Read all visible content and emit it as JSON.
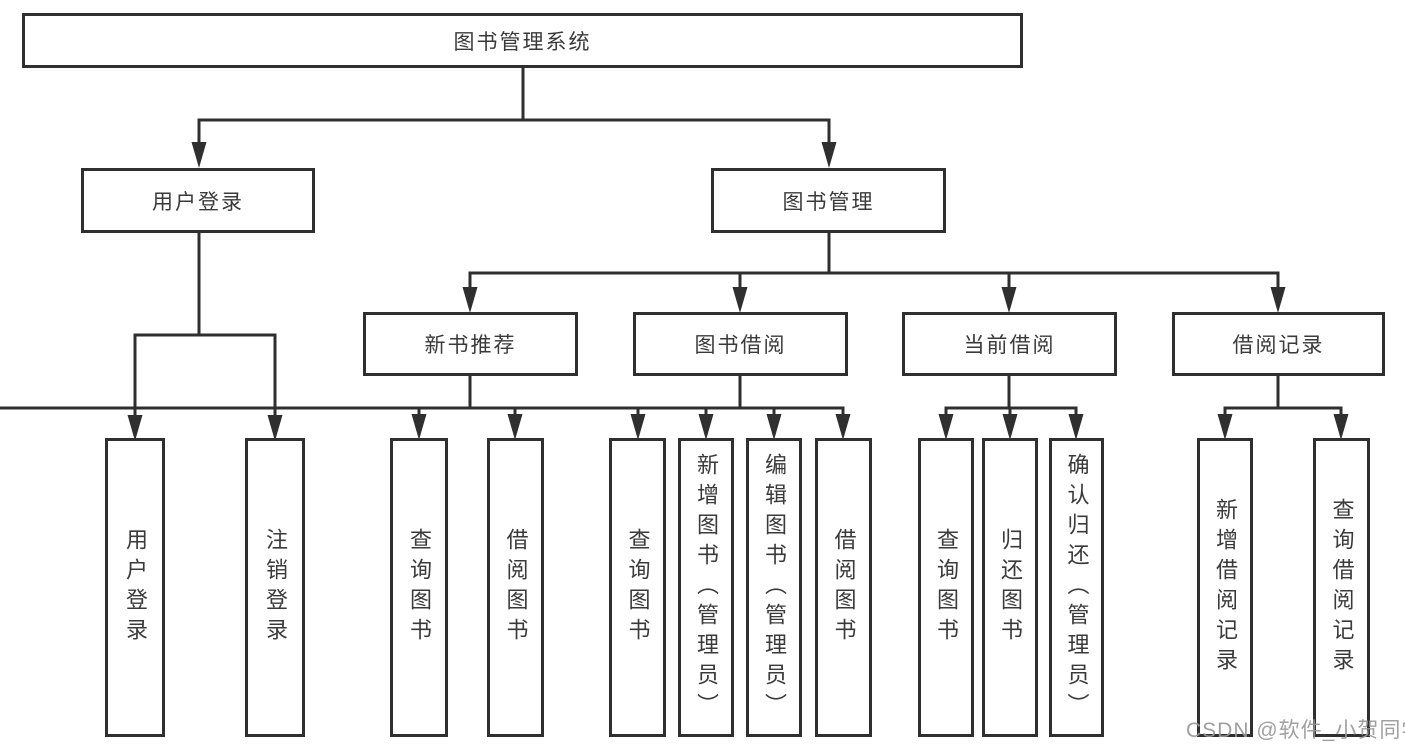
{
  "tree": {
    "root": "图书管理系统",
    "branches": [
      {
        "label": "用户登录",
        "children": [
          "用户登录",
          "注销登录"
        ]
      },
      {
        "label": "图书管理",
        "groups": [
          {
            "label": "新书推荐",
            "children": [
              "查询图书",
              "借阅图书"
            ]
          },
          {
            "label": "图书借阅",
            "children": [
              "查询图书",
              "新增图书（管理员）",
              "编辑图书（管理员）",
              "借阅图书"
            ]
          },
          {
            "label": "当前借阅",
            "children": [
              "查询图书",
              "归还图书",
              "确认归还（管理员）"
            ]
          },
          {
            "label": "借阅记录",
            "children": [
              "新增借阅记录",
              "查询借阅记录"
            ]
          }
        ]
      }
    ]
  },
  "watermark": {
    "text": "CSDN @软件_小贺同学"
  },
  "colors": {
    "line": "#2f2f2f",
    "text": "#3a3a3a",
    "background": "#ffffff",
    "watermark": "#989898"
  }
}
